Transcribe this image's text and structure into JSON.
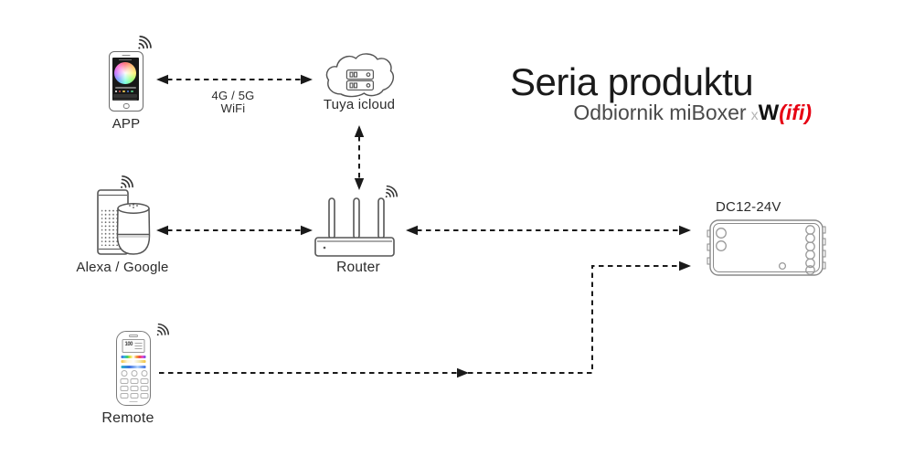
{
  "title": {
    "main": "Seria produktu",
    "subtitle": {
      "prefix": "Odbiornik miBoxer",
      "x": "x",
      "w": "W",
      "wifi_suffix": "(ifi)"
    }
  },
  "nodes": {
    "app": "APP",
    "cloud": "Tuya icloud",
    "speakers": "Alexa / Google",
    "router": "Router",
    "receiver_voltage": "DC12-24V",
    "remote": "Remote"
  },
  "connections": {
    "app_cloud_line1": "4G / 5G",
    "app_cloud_line2": "WiFi"
  },
  "remote_screen": {
    "value": "100"
  },
  "icons": [
    "smartphone-icon",
    "wifi-signal-icon",
    "cloud-server-icon",
    "smart-speaker-icon",
    "router-icon",
    "receiver-device-icon",
    "remote-control-icon"
  ],
  "colors": {
    "background": "#ffffff",
    "line": "#1a1a1a",
    "icon_stroke": "#555555",
    "text": "#2b2b2b",
    "subtitle_gray": "#4a4a4a",
    "muted_x": "#b5b5b5",
    "accent_red": "#e60012"
  }
}
